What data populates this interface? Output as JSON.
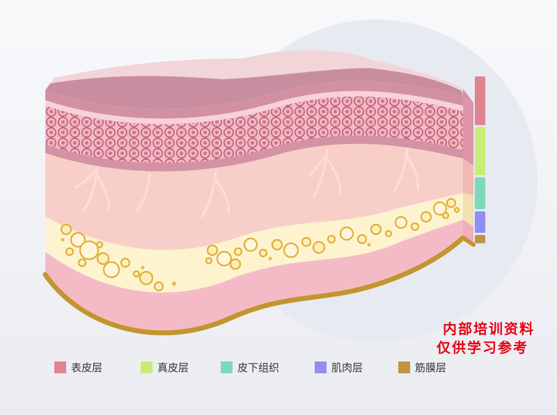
{
  "diagram": {
    "layers": [
      {
        "id": "epidermis",
        "label": "表皮层",
        "color": "#df848f"
      },
      {
        "id": "dermis",
        "label": "真皮层",
        "color": "#c9ec74"
      },
      {
        "id": "subcutaneous",
        "label": "皮下组织",
        "color": "#7ed9b9"
      },
      {
        "id": "muscle",
        "label": "肌肉层",
        "color": "#8f8ef1"
      },
      {
        "id": "fascia",
        "label": "筋膜层",
        "color": "#c09440"
      }
    ]
  },
  "watermark": {
    "line1": "内部培训资料",
    "line2": "仅供学习参考",
    "color": "#e60012"
  }
}
